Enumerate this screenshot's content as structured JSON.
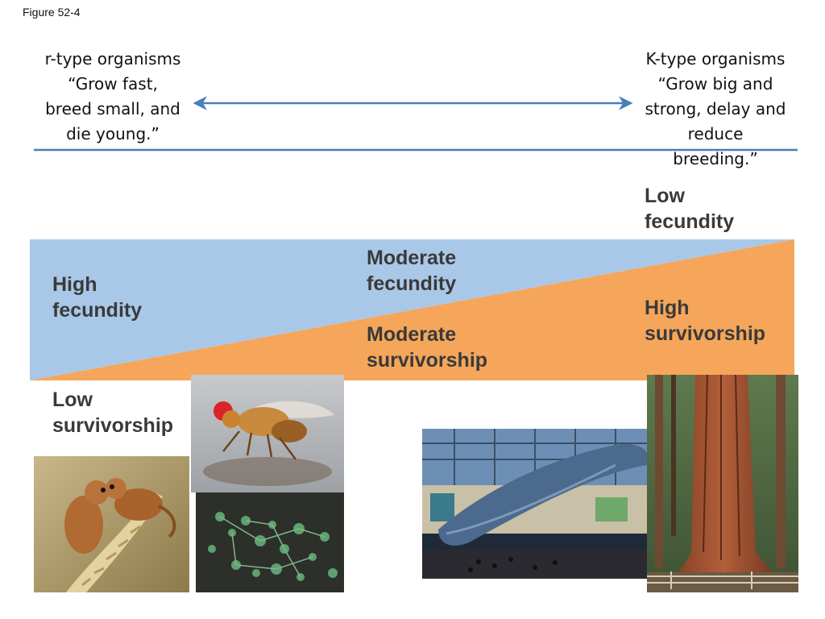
{
  "figure_label": "Figure 52-4",
  "r_type": {
    "lines": [
      "r-type organisms",
      "“Grow fast,",
      "breed small, and",
      "die young.”"
    ]
  },
  "k_type": {
    "lines": [
      "K-type organisms",
      "“Grow big and",
      "strong, delay and",
      "reduce",
      "breeding.”"
    ]
  },
  "triangle_labels": {
    "high_fecundity": [
      "High",
      "fecundity"
    ],
    "moderate_fecundity": [
      "Moderate",
      "fecundity"
    ],
    "moderate_survivorship": [
      "Moderate",
      "survivorship"
    ],
    "low_fecundity": [
      "Low",
      "fecundity"
    ],
    "high_survivorship": [
      "High",
      "survivorship"
    ],
    "low_survivorship": [
      "Low",
      "survivorship"
    ]
  },
  "colors": {
    "fecundity_band": "#a9c8e8",
    "survivorship_band": "#f5a65a",
    "arrow": "#4a7dbb",
    "divider": "#4a7dbb",
    "label_text": "#3a3a3a"
  },
  "photos": [
    {
      "name": "harvest-mice-photo"
    },
    {
      "name": "fruit-fly-photo"
    },
    {
      "name": "small-plant-photo"
    },
    {
      "name": "blue-whale-model-photo"
    },
    {
      "name": "giant-sequoia-photo"
    }
  ]
}
